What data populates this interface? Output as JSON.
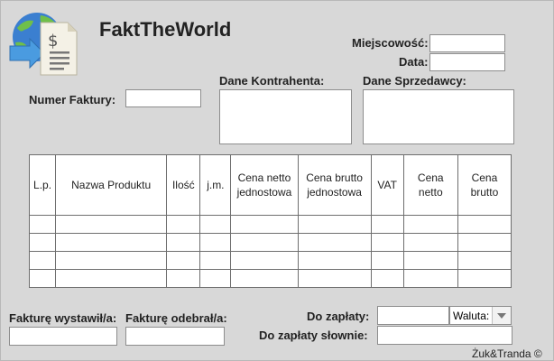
{
  "app": {
    "title": "FaktTheWorld"
  },
  "header": {
    "place_label": "Miejscowość:",
    "place_value": "",
    "date_label": "Data:",
    "date_value": ""
  },
  "invoice": {
    "number_label": "Numer Faktury:",
    "number_value": "",
    "contractor_label": "Dane Kontrahenta:",
    "contractor_value": "",
    "seller_label": "Dane Sprzedawcy:",
    "seller_value": ""
  },
  "table": {
    "headers": [
      "L.p.",
      "Nazwa Produktu",
      "Ilość",
      "j.m.",
      "Cena netto\njednostowa",
      "Cena brutto\njednostowa",
      "VAT",
      "Cena\nnetto",
      "Cena\nbrutto"
    ],
    "rows": [
      [
        "",
        "",
        "",
        "",
        "",
        "",
        "",
        "",
        ""
      ],
      [
        "",
        "",
        "",
        "",
        "",
        "",
        "",
        "",
        ""
      ],
      [
        "",
        "",
        "",
        "",
        "",
        "",
        "",
        "",
        ""
      ],
      [
        "",
        "",
        "",
        "",
        "",
        "",
        "",
        "",
        ""
      ]
    ]
  },
  "footer": {
    "issued_label": "Fakturę wystawił/a:",
    "issued_value": "",
    "received_label": "Fakturę odebrał/a:",
    "received_value": "",
    "to_pay_label": "Do zapłaty:",
    "to_pay_value": "",
    "currency_selected": "Waluta:",
    "to_pay_words_label": "Do zapłaty słownie:",
    "to_pay_words_value": "",
    "credit": "Żuk&Tranda ©"
  },
  "icons": {
    "logo": "globe-invoice-icon",
    "dropdown": "chevron-down-icon"
  }
}
